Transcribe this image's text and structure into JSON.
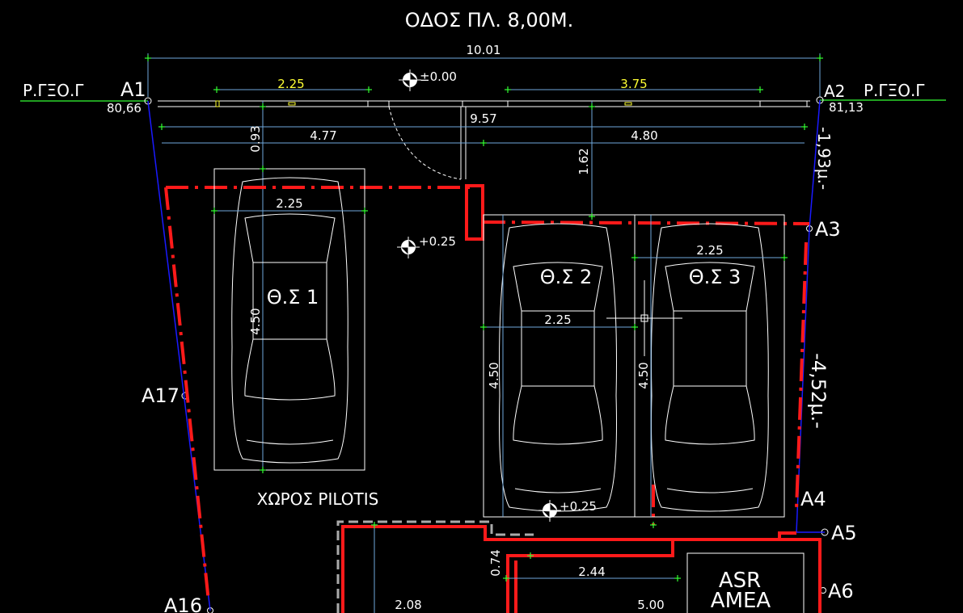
{
  "street_title": "ΟΔΟΣ ΠΛ. 8,00Μ.",
  "boundary_line_left": "Ρ.ΓΞΟ.Γ",
  "boundary_line_right": "Ρ.ΓΞΟ.Γ",
  "points": {
    "a1": "A1",
    "a1_level": "80,66",
    "a2": "A2",
    "a2_level": "81,13",
    "a3": "A3",
    "a4": "A4",
    "a5": "A5",
    "a6": "A6",
    "a16": "A16",
    "a17": "A17"
  },
  "levels": {
    "entrance": "±0.00",
    "pilotis": "+0.25",
    "lower": "+0.25"
  },
  "dimensions": {
    "total_width": "10.01",
    "opening_left": "2.25",
    "opening_right": "3.75",
    "left_width": "4.77",
    "right_width": "4.80",
    "inner_width": "9.57",
    "front_depth": "0.93",
    "setback_depth": "1.62",
    "bay1_width": "2.25",
    "bay1_length": "4.50",
    "bay2_width": "2.25",
    "bay2_length": "4.50",
    "bay3_width": "2.25",
    "bay3_length": "4.50",
    "lower_a": "0.74",
    "lower_b": "2.44",
    "lower_c": "2.08",
    "lower_d": "5.00"
  },
  "parking": {
    "spot1": "Θ.Σ 1",
    "spot2": "Θ.Σ 2",
    "spot3": "Θ.Σ 3"
  },
  "side_labels": {
    "right_top": "-1,93μ.-",
    "right_mid": "-4,52μ.-"
  },
  "area_label": "ΧΩΡΟΣ PILOTIS",
  "room_label_line1": "ASR",
  "room_label_line2": "ΑΜΕΑ"
}
